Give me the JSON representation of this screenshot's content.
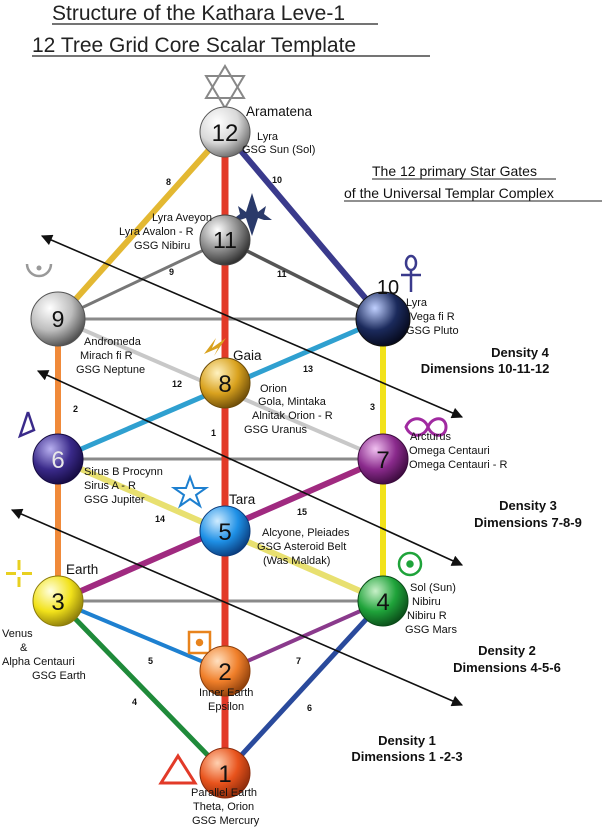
{
  "title": {
    "line1": "Structure of the Kathara Leve-1",
    "line2": "12 Tree Grid Core Scalar Template"
  },
  "subtitle": {
    "line1": "The 12 primary Star Gates",
    "line2": "of the Universal Templar Complex"
  },
  "nodes": [
    {
      "id": "1",
      "name": "",
      "lines": [
        "Parallel Earth",
        "Theta, Orion",
        "GSG Mercury"
      ]
    },
    {
      "id": "2",
      "name": "",
      "lines": [
        "Inner Earth",
        "Epsilon"
      ]
    },
    {
      "id": "3",
      "name": "Earth",
      "lines": [
        "Venus",
        "&",
        "Alpha Centauri",
        "GSG Earth"
      ]
    },
    {
      "id": "4",
      "name": "",
      "lines": [
        "Sol (Sun)",
        "Nibiru",
        "Nibiru R",
        "GSG Mars"
      ]
    },
    {
      "id": "5",
      "name": "Tara",
      "lines": [
        "Alcyone, Pleiades",
        "GSG Asteroid Belt",
        "(Was Maldak)"
      ]
    },
    {
      "id": "6",
      "name": "",
      "lines": [
        "Sirus B Procynn",
        "Sirus A - R",
        "GSG Jupiter"
      ]
    },
    {
      "id": "7",
      "name": "",
      "lines": [
        "Arcturus",
        "Omega Centauri",
        "Omega Centauri - R"
      ]
    },
    {
      "id": "8",
      "name": "Gaia",
      "lines": [
        "Orion",
        "Gola, Mintaka",
        "Alnitak Orion - R",
        "GSG Uranus"
      ]
    },
    {
      "id": "9",
      "name": "",
      "lines": [
        "Andromeda",
        "Mirach fi R",
        "GSG Neptune"
      ]
    },
    {
      "id": "10",
      "name": "",
      "lines": [
        "Lyra",
        "Vega fi R",
        "GSG Pluto"
      ]
    },
    {
      "id": "11",
      "name": "",
      "lines": [
        "Lyra Aveyon",
        "Lyra Avalon - R",
        "GSG Nibiru"
      ]
    },
    {
      "id": "12",
      "name": "Aramatena",
      "lines": [
        "Lyra",
        "GSG Sun (Sol)"
      ]
    }
  ],
  "path_numbers": [
    "1",
    "2",
    "3",
    "4",
    "5",
    "6",
    "7",
    "8",
    "9",
    "10",
    "11",
    "12",
    "13",
    "14",
    "15"
  ],
  "densities": [
    {
      "title": "Density 4",
      "dims": "Dimensions 10-11-12"
    },
    {
      "title": "Density 3",
      "dims": "Dimensions 7-8-9"
    },
    {
      "title": "Density 2",
      "dims": "Dimensions 4-5-6"
    },
    {
      "title": "Density 1",
      "dims": "Dimensions 1 -2-3"
    }
  ],
  "colors": {
    "n1": "#e8531c",
    "n2": "#f07f2a",
    "n3": "#f2e21a",
    "n4": "#1fa33a",
    "n5": "#1e90e6",
    "n6": "#3a2a8a",
    "n7": "#8a2a8c",
    "n8": "#d9a21e",
    "n9": "#bdbdbd",
    "n10": "#1b2a5c",
    "n11": "#8a8a8a",
    "n12": "#d9d9d9",
    "red_line": "#e23a28",
    "gold_line": "#e3b832",
    "purple_line": "#3a3a8c"
  }
}
